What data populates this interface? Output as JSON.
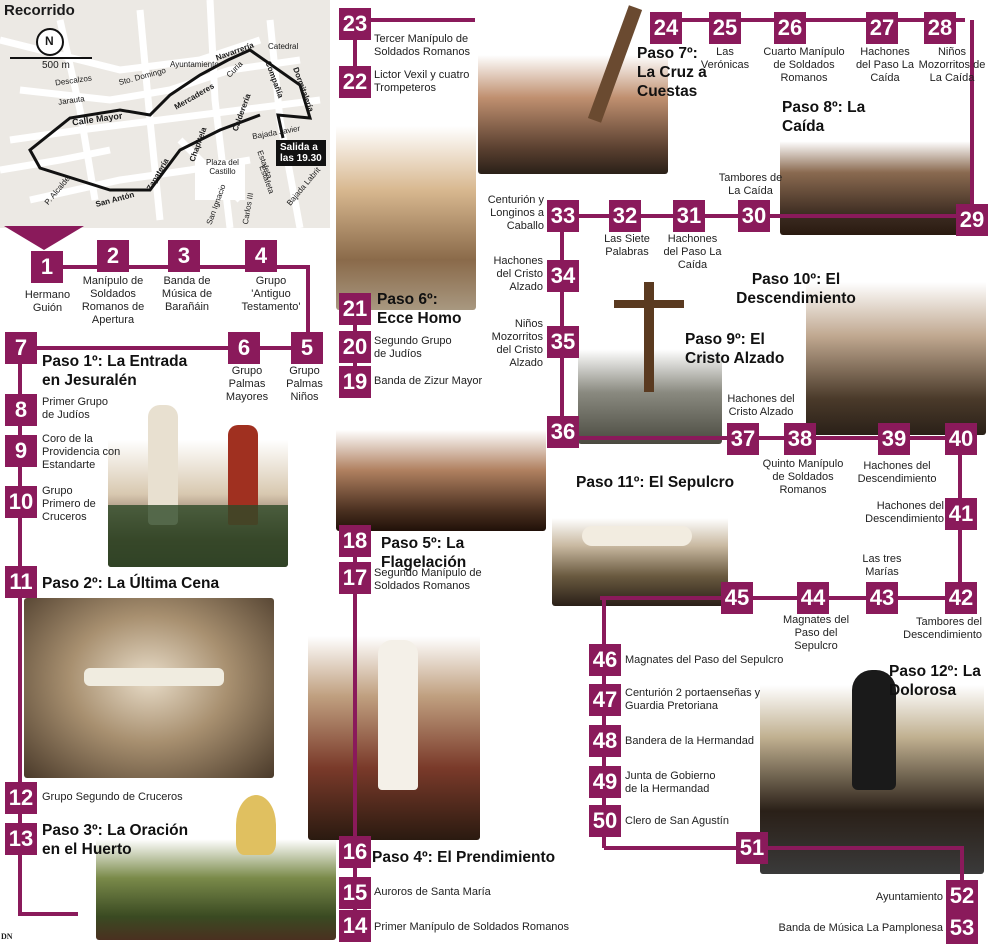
{
  "map": {
    "title": "Recorrido",
    "scale": "500 m",
    "compass": "N",
    "exit_line1": "Salida a",
    "exit_line2": "las 19.30",
    "streets": [
      "Calle Mayor",
      "Jarauta",
      "Descalzos",
      "Sto. Domingo",
      "Ayuntamiento",
      "Mercaderes",
      "Navarrería",
      "Curia",
      "Catedral",
      "Compañía",
      "Dormitalería",
      "Calderería",
      "Estafeta",
      "Bajada Javier",
      "Plaza del Castillo",
      "Chapitela",
      "Zapatería",
      "San Antón",
      "P. Alcalde",
      "San Ignacio",
      "Carlos III",
      "Bajada Labrit",
      "Estafeta"
    ]
  },
  "items": [
    {
      "n": "1",
      "label": "Hermano Guión"
    },
    {
      "n": "2",
      "label": "Manípulo de Soldados Romanos de Apertura"
    },
    {
      "n": "3",
      "label": "Banda de Música de Barañáin"
    },
    {
      "n": "4",
      "label": "Grupo 'Antiguo Testamento'"
    },
    {
      "n": "5",
      "label": "Grupo Palmas Niños"
    },
    {
      "n": "6",
      "label": "Grupo Palmas Mayores"
    },
    {
      "n": "7",
      "label": ""
    },
    {
      "n": "8",
      "label": "Primer Grupo de Judíos"
    },
    {
      "n": "9",
      "label": "Coro de la Providencia con Estandarte"
    },
    {
      "n": "10",
      "label": "Grupo Primero de Cruceros"
    },
    {
      "n": "11",
      "label": ""
    },
    {
      "n": "12",
      "label": "Grupo Segundo de Cruceros"
    },
    {
      "n": "13",
      "label": ""
    },
    {
      "n": "14",
      "label": "Primer Manípulo de Soldados Romanos"
    },
    {
      "n": "15",
      "label": "Auroros de Santa María"
    },
    {
      "n": "16",
      "label": ""
    },
    {
      "n": "17",
      "label": "Segundo Manípulo de Soldados Romanos"
    },
    {
      "n": "18",
      "label": ""
    },
    {
      "n": "19",
      "label": "Banda de Zizur Mayor"
    },
    {
      "n": "20",
      "label": "Segundo Grupo de Judíos"
    },
    {
      "n": "21",
      "label": ""
    },
    {
      "n": "22",
      "label": "Lictor Vexil y cuatro Trompeteros"
    },
    {
      "n": "23",
      "label": "Tercer Manípulo de Soldados Romanos"
    },
    {
      "n": "24",
      "label": ""
    },
    {
      "n": "25",
      "label": "Las Verónicas"
    },
    {
      "n": "26",
      "label": "Cuarto Manípulo de Soldados Romanos"
    },
    {
      "n": "27",
      "label": "Hachones del Paso La Caída"
    },
    {
      "n": "28",
      "label": "Niños Mozorritos de La Caída"
    },
    {
      "n": "29",
      "label": ""
    },
    {
      "n": "30",
      "label": "Tambores de La Caída"
    },
    {
      "n": "31",
      "label": "Hachones del Paso La Caída"
    },
    {
      "n": "32",
      "label": "Las Siete Palabras"
    },
    {
      "n": "33",
      "label": "Centurión y Longinos a Caballo"
    },
    {
      "n": "34",
      "label": "Hachones del Cristo Alzado"
    },
    {
      "n": "35",
      "label": "Niños Mozorritos del Cristo Alzado"
    },
    {
      "n": "36",
      "label": ""
    },
    {
      "n": "37",
      "label": "Hachones del Cristo Alzado"
    },
    {
      "n": "38",
      "label": "Quinto Manípulo de Soldados Romanos"
    },
    {
      "n": "39",
      "label": "Hachones del Descendimiento"
    },
    {
      "n": "40",
      "label": ""
    },
    {
      "n": "41",
      "label": "Hachones del Descendimiento"
    },
    {
      "n": "42",
      "label": "Tambores del Descendimiento"
    },
    {
      "n": "43",
      "label": "Las tres Marías"
    },
    {
      "n": "44",
      "label": "Magnates del Paso del Sepulcro"
    },
    {
      "n": "45",
      "label": ""
    },
    {
      "n": "46",
      "label": "Magnates del Paso del Sepulcro"
    },
    {
      "n": "47",
      "label": "Centurión 2 portaenseñas y Guardia Pretoriana"
    },
    {
      "n": "48",
      "label": "Bandera de la Hermandad"
    },
    {
      "n": "49",
      "label": "Junta de Gobierno de la Hermandad"
    },
    {
      "n": "50",
      "label": "Clero de San Agustín"
    },
    {
      "n": "51",
      "label": ""
    },
    {
      "n": "52",
      "label": "Ayuntamiento"
    },
    {
      "n": "53",
      "label": "Banda de Música La Pamplonesa"
    }
  ],
  "pasos": {
    "p1": "Paso 1º: La Entrada en Jesuralén",
    "p2": "Paso 2º: La Última Cena",
    "p3": "Paso 3º: La Oración en el Huerto",
    "p4": "Paso 4º: El Prendimiento",
    "p5": "Paso 5º: La Flagelación",
    "p6": "Paso 6º: Ecce Homo",
    "p7": "Paso 7º: La Cruz a Cuestas",
    "p8": "Paso 8º: La Caída",
    "p9": "Paso 9º: El Cristo Alzado",
    "p10": "Paso 10º: El Descendimiento",
    "p11": "Paso 11º: El Sepulcro",
    "p12": "Paso 12º: La Dolorosa"
  },
  "credit": "DN",
  "colors": {
    "accent": "#8a1a5b",
    "map_bg": "#ece9e4",
    "route": "#111111"
  }
}
